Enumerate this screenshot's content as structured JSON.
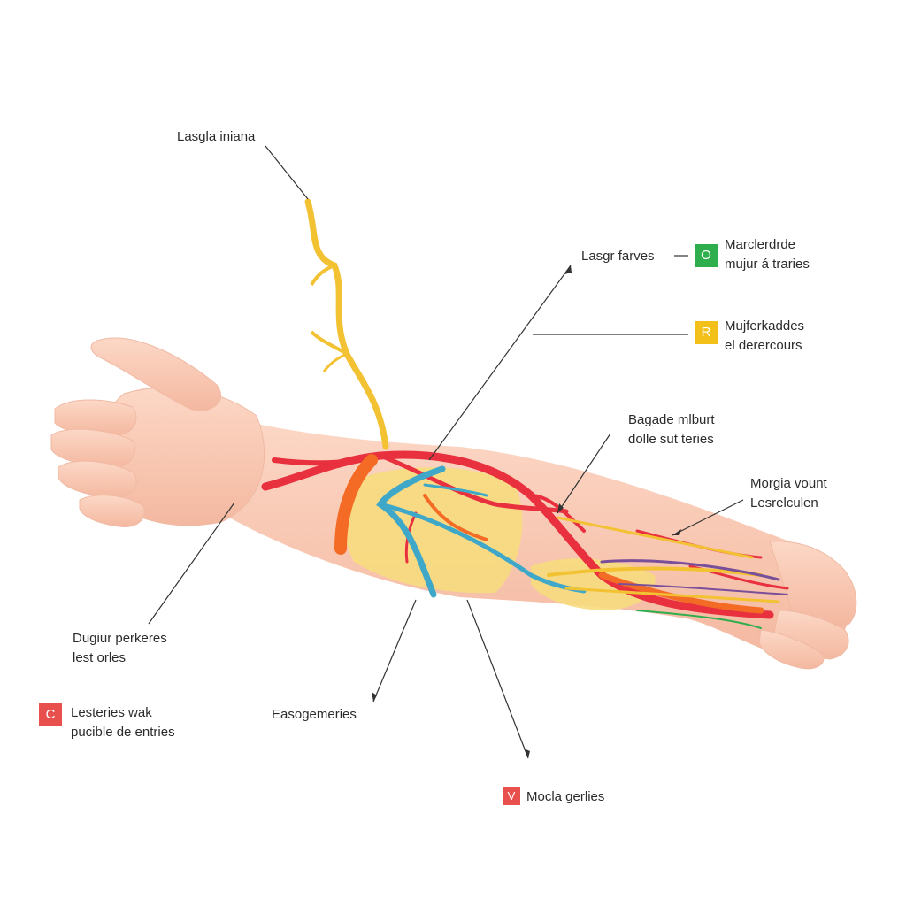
{
  "labels": {
    "top_left": "Lasgla iniana",
    "center_top": "Lasgr farves",
    "right_top": {
      "line1": "Marclerdrde",
      "line2": "mujur á traries"
    },
    "right_second": {
      "line1": "Mujferkaddes",
      "line2": "el derercours"
    },
    "middle_right": {
      "line1": "Bagade mlburt",
      "line2": "dolle sut teries"
    },
    "far_right": {
      "line1": "Morgia vount",
      "line2": "Lesrelculen"
    },
    "left_middle": {
      "line1": "Dugiur perkeres",
      "line2": "lest orles"
    },
    "bottom_left": {
      "line1": "Lesteries wak",
      "line2": "pucible de entries"
    },
    "bottom_center": "Easogemeries",
    "bottom_right": "Mocla gerlies"
  },
  "badges": {
    "green": {
      "letter": "O",
      "color": "#2fae4e"
    },
    "yellow": {
      "letter": "R",
      "color": "#f2c018"
    },
    "red_left": {
      "letter": "C",
      "color": "#e8504e"
    },
    "red_bottom": {
      "letter": "V",
      "color": "#e8504e"
    }
  },
  "colors": {
    "skin": "#f9c9b3",
    "skin_shadow": "#efb29b",
    "artery": "#e8303f",
    "artery_orange": "#f36b25",
    "vein_blue": "#3fa8c8",
    "nerve_yellow": "#f2c233",
    "muscle_yellow": "#f7dc7e",
    "vessel_purple": "#7a4f9a"
  }
}
